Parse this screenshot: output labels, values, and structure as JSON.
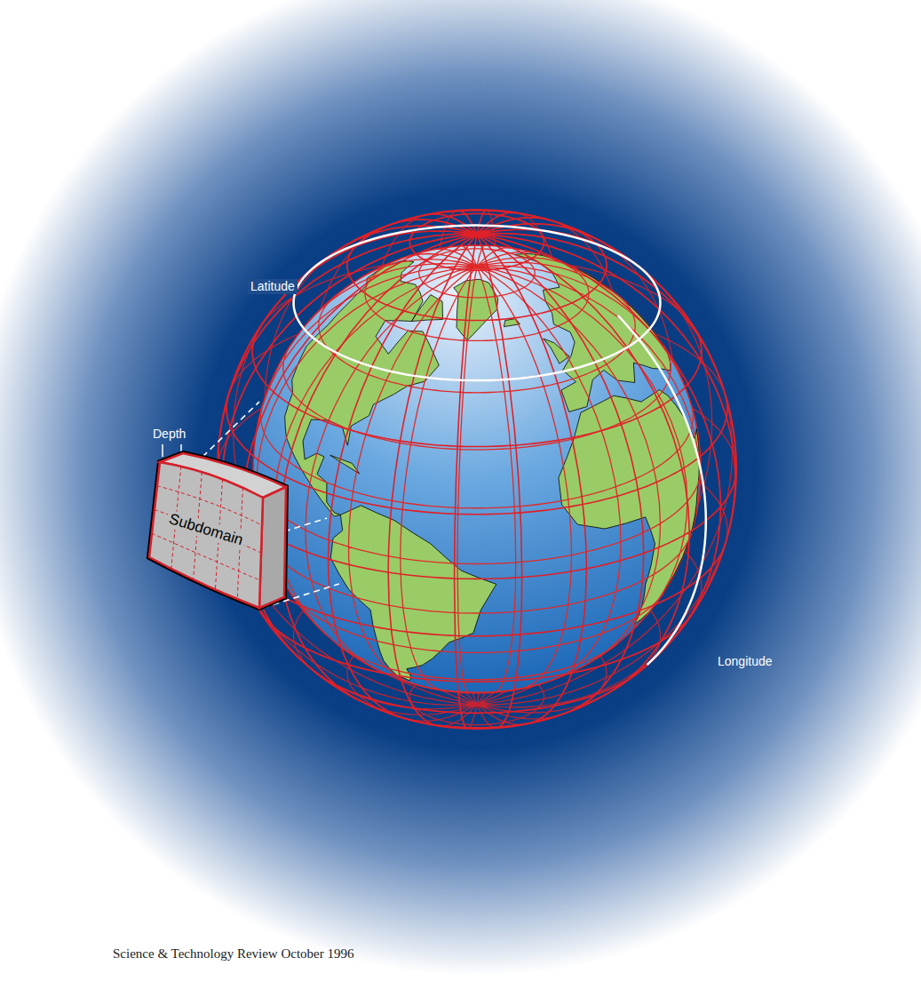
{
  "diagram": {
    "caption": "Science & Technology Review October 1996",
    "nodes": [
      {
        "text": [
          "Subdomain"
        ]
      }
    ],
    "labels": [
      "Latitude",
      "Depth",
      "Longitude"
    ]
  }
}
